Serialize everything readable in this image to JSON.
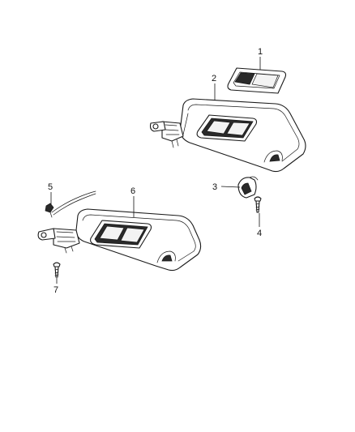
{
  "callouts": [
    {
      "id": "1",
      "label": "1"
    },
    {
      "id": "2",
      "label": "2"
    },
    {
      "id": "3",
      "label": "3"
    },
    {
      "id": "4",
      "label": "4"
    },
    {
      "id": "5",
      "label": "5"
    },
    {
      "id": "6",
      "label": "6"
    },
    {
      "id": "7",
      "label": "7"
    }
  ],
  "parts": [
    {
      "callout": "1",
      "icon": "mirror-cover-icon"
    },
    {
      "callout": "2",
      "icon": "sun-visor-icon"
    },
    {
      "callout": "3",
      "icon": "visor-clip-icon"
    },
    {
      "callout": "4",
      "icon": "screw-icon"
    },
    {
      "callout": "5",
      "icon": "wire-clip-icon"
    },
    {
      "callout": "6",
      "icon": "sun-visor-icon"
    },
    {
      "callout": "7",
      "icon": "screw-icon"
    }
  ]
}
